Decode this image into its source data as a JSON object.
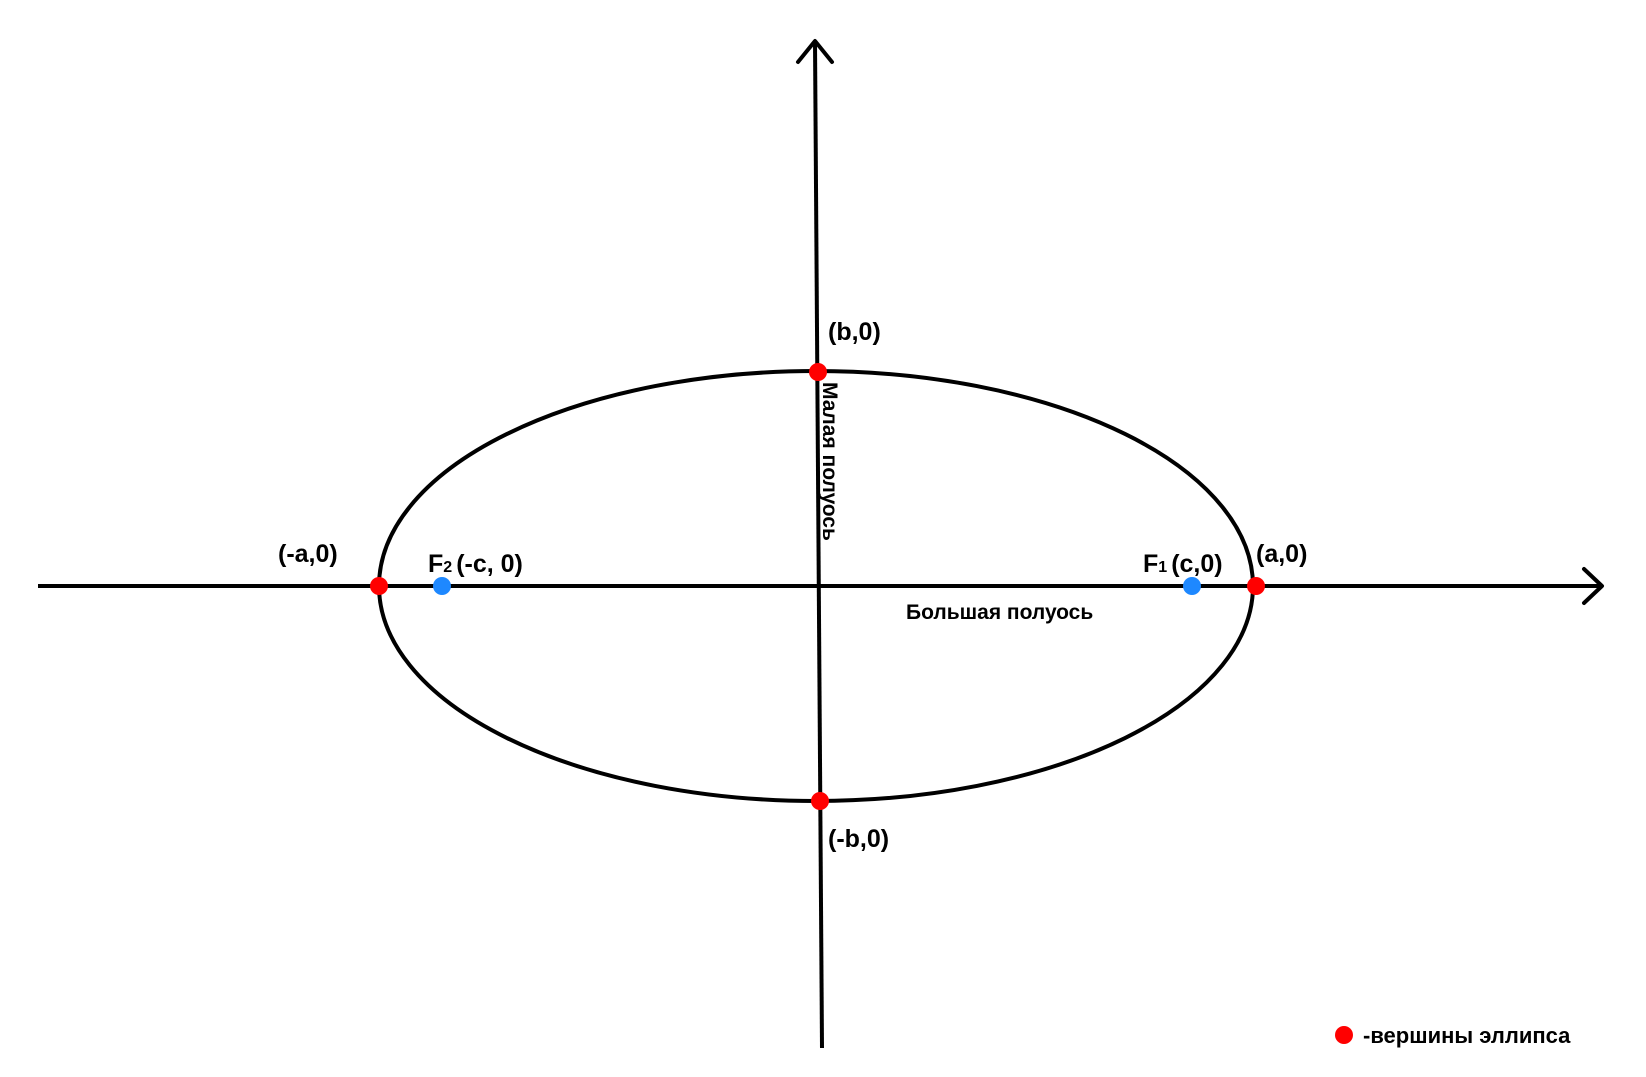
{
  "labels": {
    "vertex_left": "(-a,0)",
    "vertex_right": "(a,0)",
    "vertex_top": "(b,0)",
    "vertex_bottom": "(-b,0)",
    "focus2_letter": "F",
    "focus2_index": "2",
    "focus2_coords": "(-c, 0)",
    "focus1_letter": "F",
    "focus1_index": "1",
    "focus1_coords": "(c,0)",
    "minor_axis": "Малая полуось",
    "major_axis": "Большая полуось"
  },
  "legend": {
    "text": "-вершины эллипса"
  },
  "colors": {
    "vertex": "#ff0000",
    "focus": "#1e88ff",
    "line": "#000000"
  }
}
